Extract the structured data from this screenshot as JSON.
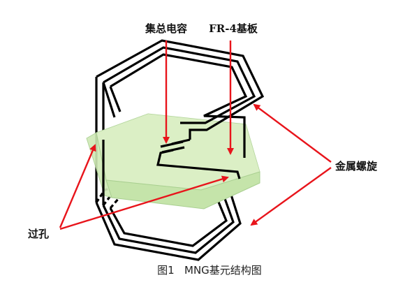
{
  "labels": {
    "lumped_capacitor": "集总电容",
    "fr4_substrate": "FR-4基板",
    "metal_spiral": "金属螺旋",
    "via": "过孔"
  },
  "caption": "图1   MNG基元结构图",
  "colors": {
    "arrow": "#e8141b",
    "substrate_fill": "#d9efc3",
    "substrate_edge": "#a9cf90",
    "conductor": "#000000"
  }
}
